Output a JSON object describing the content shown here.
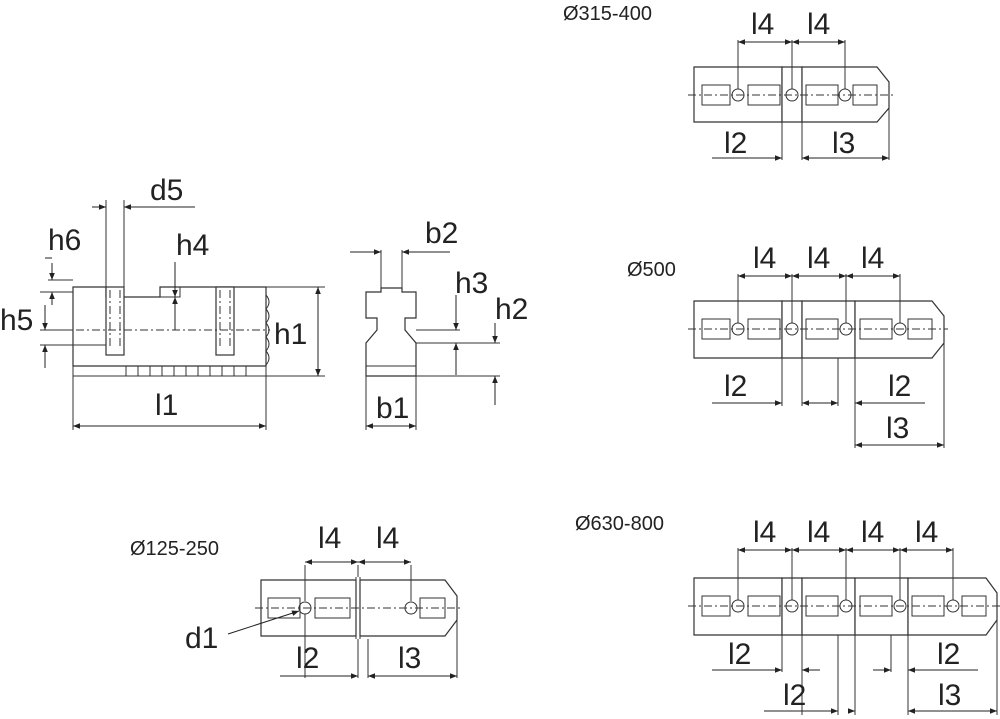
{
  "labels": {
    "d5": "d5",
    "h6": "h6",
    "h4": "h4",
    "h5": "h5",
    "h1": "h1",
    "l1": "l1",
    "b2": "b2",
    "h3": "h3",
    "h2": "h2",
    "b1": "b1",
    "d1": "d1",
    "l2": "l2",
    "l3": "l3",
    "l4": "l4"
  },
  "diameters": {
    "small": "Ø125-250",
    "d315": "Ø315-400",
    "d500": "Ø500",
    "d630": "Ø630-800"
  }
}
